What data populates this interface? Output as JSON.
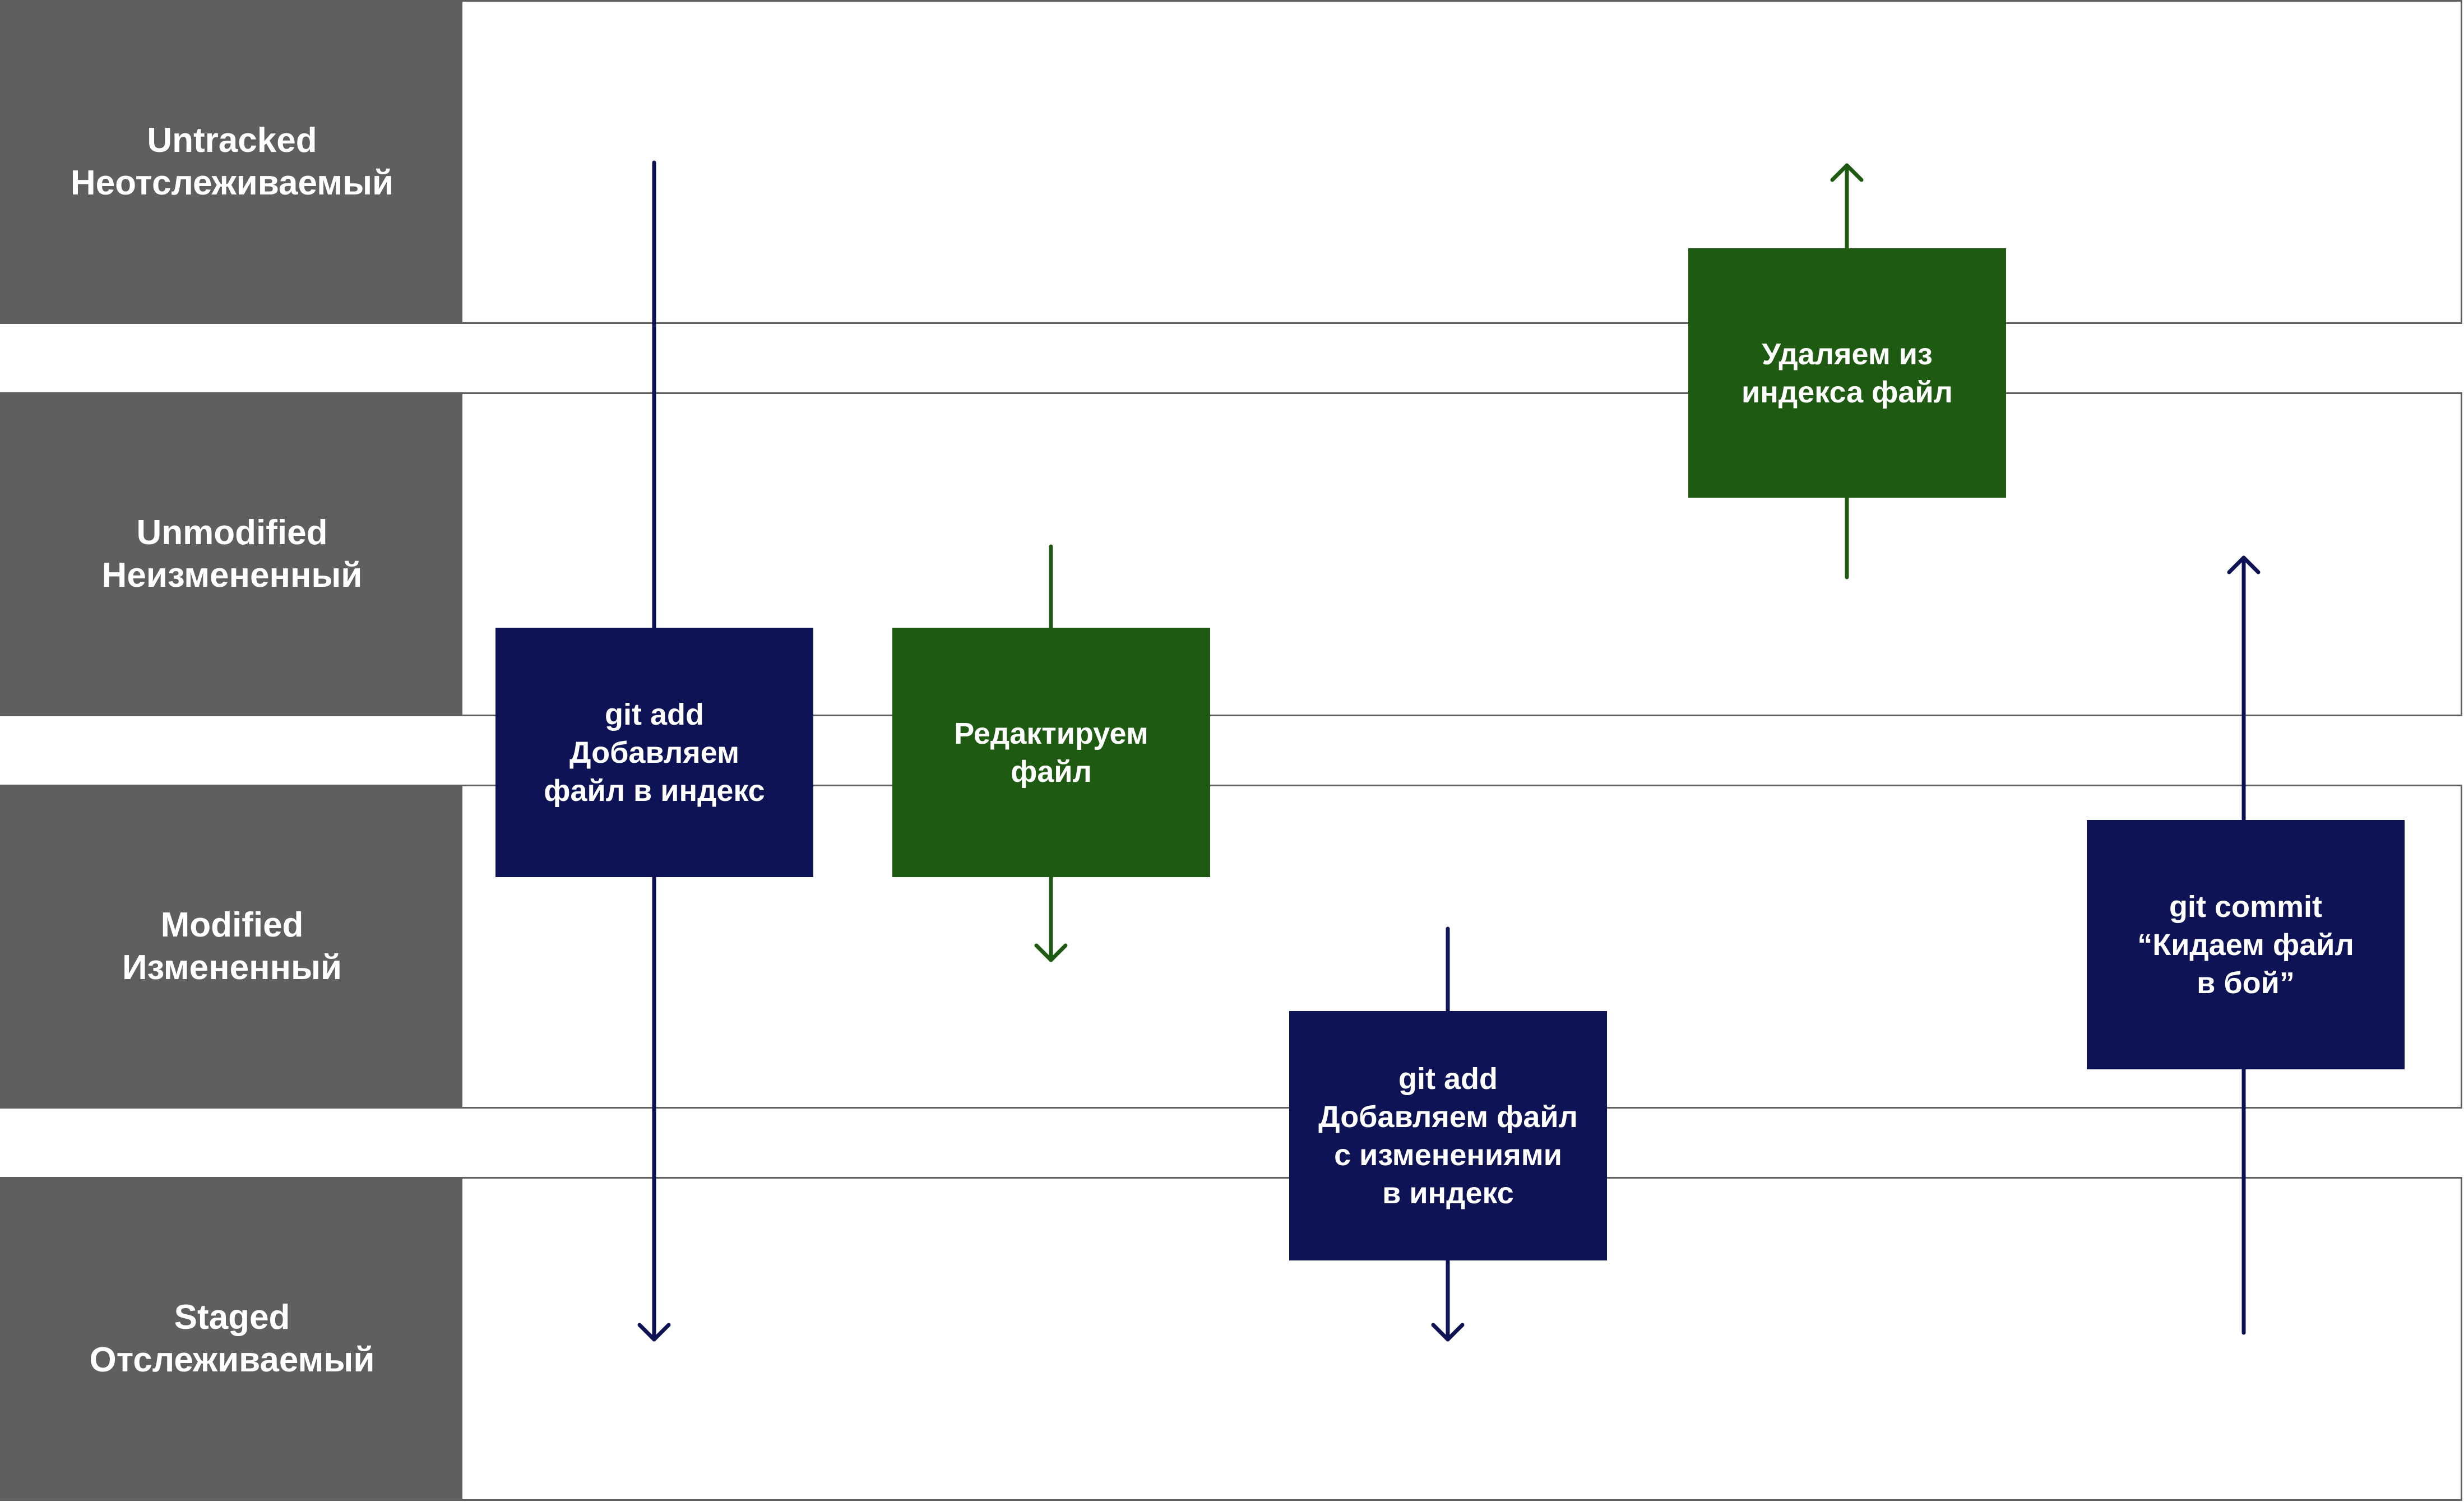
{
  "colors": {
    "lane_label_bg": "#5f5f5f",
    "navy_box": "#0d1354",
    "green_box": "#1f5a12",
    "navy_arrow": "#0d1354",
    "green_arrow": "#1f5a12"
  },
  "lanes": [
    {
      "name_en": "Untracked",
      "name_ru": "Неотслеживаемый"
    },
    {
      "name_en": "Unmodified",
      "name_ru": "Неизмененный"
    },
    {
      "name_en": "Modified",
      "name_ru": "Измененный"
    },
    {
      "name_en": "Staged",
      "name_ru": "Отслеживаемый"
    }
  ],
  "actions": [
    {
      "lines": [
        "git add",
        "Добавляем",
        "файл в индекс"
      ],
      "color": "navy",
      "direction": "down"
    },
    {
      "lines": [
        "Редактируем",
        "файл"
      ],
      "color": "green",
      "direction": "down"
    },
    {
      "lines": [
        "git add",
        "Добавляем файл",
        "с изменениями",
        "в индекс"
      ],
      "color": "navy",
      "direction": "down"
    },
    {
      "lines": [
        "Удаляем из",
        "индекса файл"
      ],
      "color": "green",
      "direction": "up"
    },
    {
      "lines": [
        "git commit",
        "“Кидаем файл",
        "в бой”"
      ],
      "color": "navy",
      "direction": "up"
    }
  ]
}
